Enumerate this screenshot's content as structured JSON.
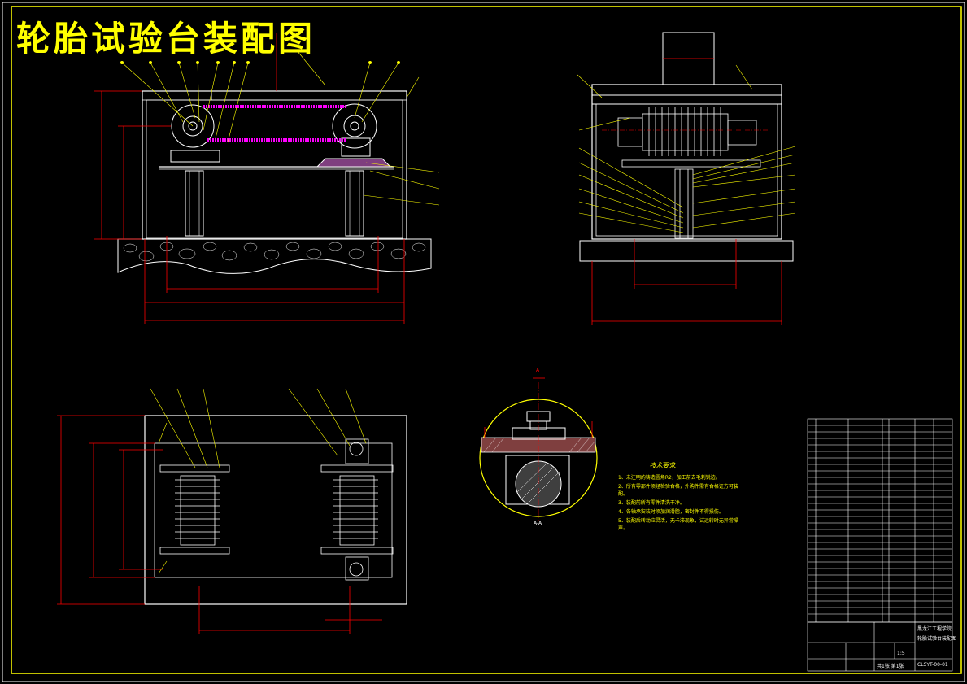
{
  "drawing": {
    "title": "轮胎试验台装配图",
    "section_label": "A-A",
    "section_marker": "A",
    "tech_requirements": {
      "heading": "技术要求",
      "items": [
        "1、未注明的铸造圆角R2，加工前去毛刺锐边。",
        "2、所有零部件须经检验合格，外购件需有合格证方可装配。",
        "3、装配前所有零件清洗干净。",
        "4、各轴承安装时须加润滑脂，密封件不得损伤。",
        "5、装配后转动应灵活，无卡滞现象，试运转时无异常噪声。"
      ]
    },
    "title_block": {
      "institution": "黑龙江工程学院",
      "drawing_name": "轮胎试验台装配图",
      "drawing_no": "CLSYT-00-01",
      "scale": "1:5",
      "sheet": "共1张 第1张"
    }
  },
  "colors": {
    "background": "#000000",
    "outline": "#ffffff",
    "dimension": "#ff0000",
    "leader": "#ffff00",
    "chain": "#ff00ff",
    "hatch": "#7f7f7f"
  }
}
